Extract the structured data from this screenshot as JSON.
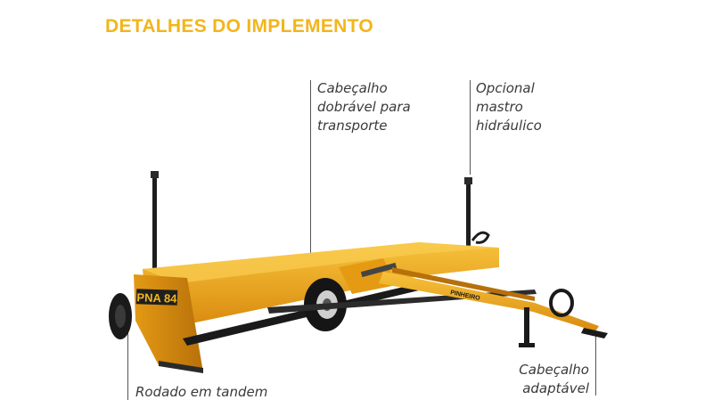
{
  "header": {
    "title": "DETALHES DO IMPLEMENTO"
  },
  "machine": {
    "model_plate": "PNA 84",
    "brand_plate": "PINHEIRO"
  },
  "callouts": {
    "cabecalho_dobravel": {
      "line1": "Cabeçalho",
      "line2": "dobrável para",
      "line3": "transporte"
    },
    "mastro": {
      "line1": "Opcional",
      "line2": "mastro",
      "line3": "hidráulico"
    },
    "rodado": {
      "line1": "Rodado em tandem"
    },
    "cabecalho_adaptavel": {
      "line1": "Cabeçalho",
      "line2": "adaptável"
    }
  },
  "colors": {
    "accent": "#f2b51c",
    "machine_yellow": "#f0a81c",
    "text": "#3a3a3a"
  }
}
